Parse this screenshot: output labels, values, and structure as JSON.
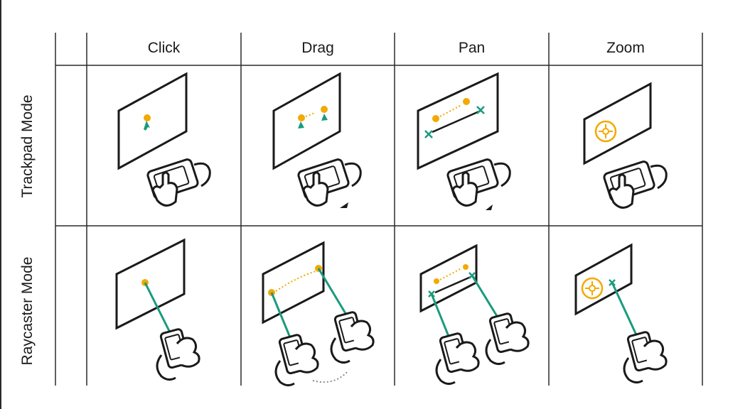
{
  "table": {
    "columns": [
      "Click",
      "Drag",
      "Pan",
      "Zoom"
    ],
    "rows": [
      "Trackpad Mode",
      "Raycaster Mode"
    ]
  },
  "colors": {
    "ink": "#1a1a1a",
    "accent_orange": "#f2a900",
    "accent_teal": "#1a9a7e",
    "grid_line": "#2a2a2a"
  },
  "cells": {
    "trackpad_click": {
      "icons": [
        "screen-icon",
        "orange-dot-icon",
        "teal-cursor-icon",
        "tablet-hand-icon"
      ]
    },
    "trackpad_drag": {
      "icons": [
        "screen-icon",
        "dotted-path-icon",
        "teal-cursor-icon",
        "tablet-hand-icon",
        "arrow-icon"
      ]
    },
    "trackpad_pan": {
      "icons": [
        "screen-icon",
        "teal-x-marker-icon",
        "tablet-hand-icon",
        "arrow-icon"
      ]
    },
    "trackpad_zoom": {
      "icons": [
        "screen-icon",
        "zoom-target-icon",
        "tablet-hand-icon"
      ]
    },
    "raycaster_click": {
      "icons": [
        "screen-icon",
        "ray-icon",
        "phone-hand-icon"
      ]
    },
    "raycaster_drag": {
      "icons": [
        "screen-icon",
        "dotted-path-icon",
        "ray-icon",
        "phone-hand-icon"
      ]
    },
    "raycaster_pan": {
      "icons": [
        "screen-icon",
        "teal-x-marker-icon",
        "ray-icon",
        "phone-hand-icon"
      ]
    },
    "raycaster_zoom": {
      "icons": [
        "screen-icon",
        "zoom-target-icon",
        "ray-icon",
        "phone-hand-icon"
      ]
    }
  }
}
